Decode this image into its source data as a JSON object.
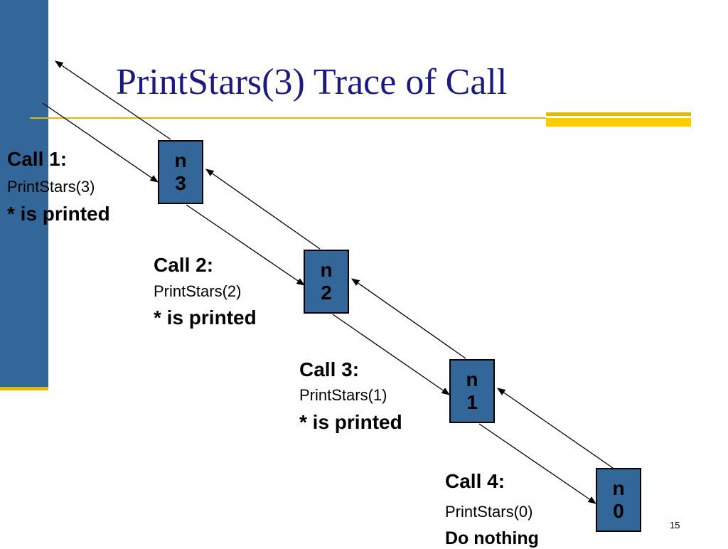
{
  "title": "PrintStars(3) Trace of Call",
  "page_number": "15",
  "calls": [
    {
      "label": "Call 1:",
      "fn": "PrintStars(3)",
      "result": "* is printed",
      "node_var": "n",
      "node_val": "3"
    },
    {
      "label": "Call 2:",
      "fn": "PrintStars(2)",
      "result": "* is printed",
      "node_var": "n",
      "node_val": "2"
    },
    {
      "label": "Call 3:",
      "fn": "PrintStars(1)",
      "result": "* is printed",
      "node_var": "n",
      "node_val": "1"
    },
    {
      "label": "Call 4:",
      "fn": "PrintStars(0)",
      "result": "Do nothing",
      "node_var": "n",
      "node_val": "0"
    }
  ],
  "colors": {
    "accent_blue": "#336699",
    "title_color": "#1a1a80",
    "rule_gold": "#e6b800"
  }
}
